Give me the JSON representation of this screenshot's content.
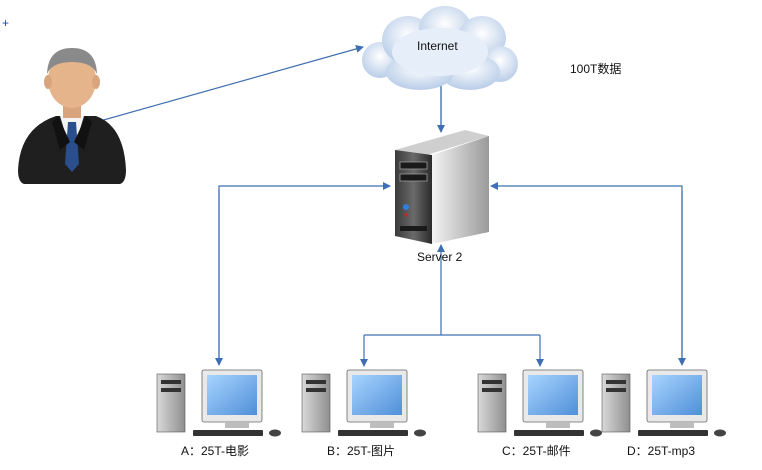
{
  "cloud": {
    "label": "Internet"
  },
  "note": {
    "text": "100T数据"
  },
  "server": {
    "label": "Server 2"
  },
  "clients": [
    {
      "label": "A：25T-电影"
    },
    {
      "label": "B：25T-图片"
    },
    {
      "label": "C：25T-邮件"
    },
    {
      "label": "D：25T-mp3"
    }
  ],
  "colors": {
    "connector": "#3f6fb2",
    "cloud": "#c9d9ef",
    "monitor_screen": "#7fb8f0"
  },
  "icons": {
    "user": "user-icon",
    "cloud": "cloud-icon",
    "server": "server-icon",
    "computer": "computer-icon",
    "marker": "plus-icon"
  }
}
